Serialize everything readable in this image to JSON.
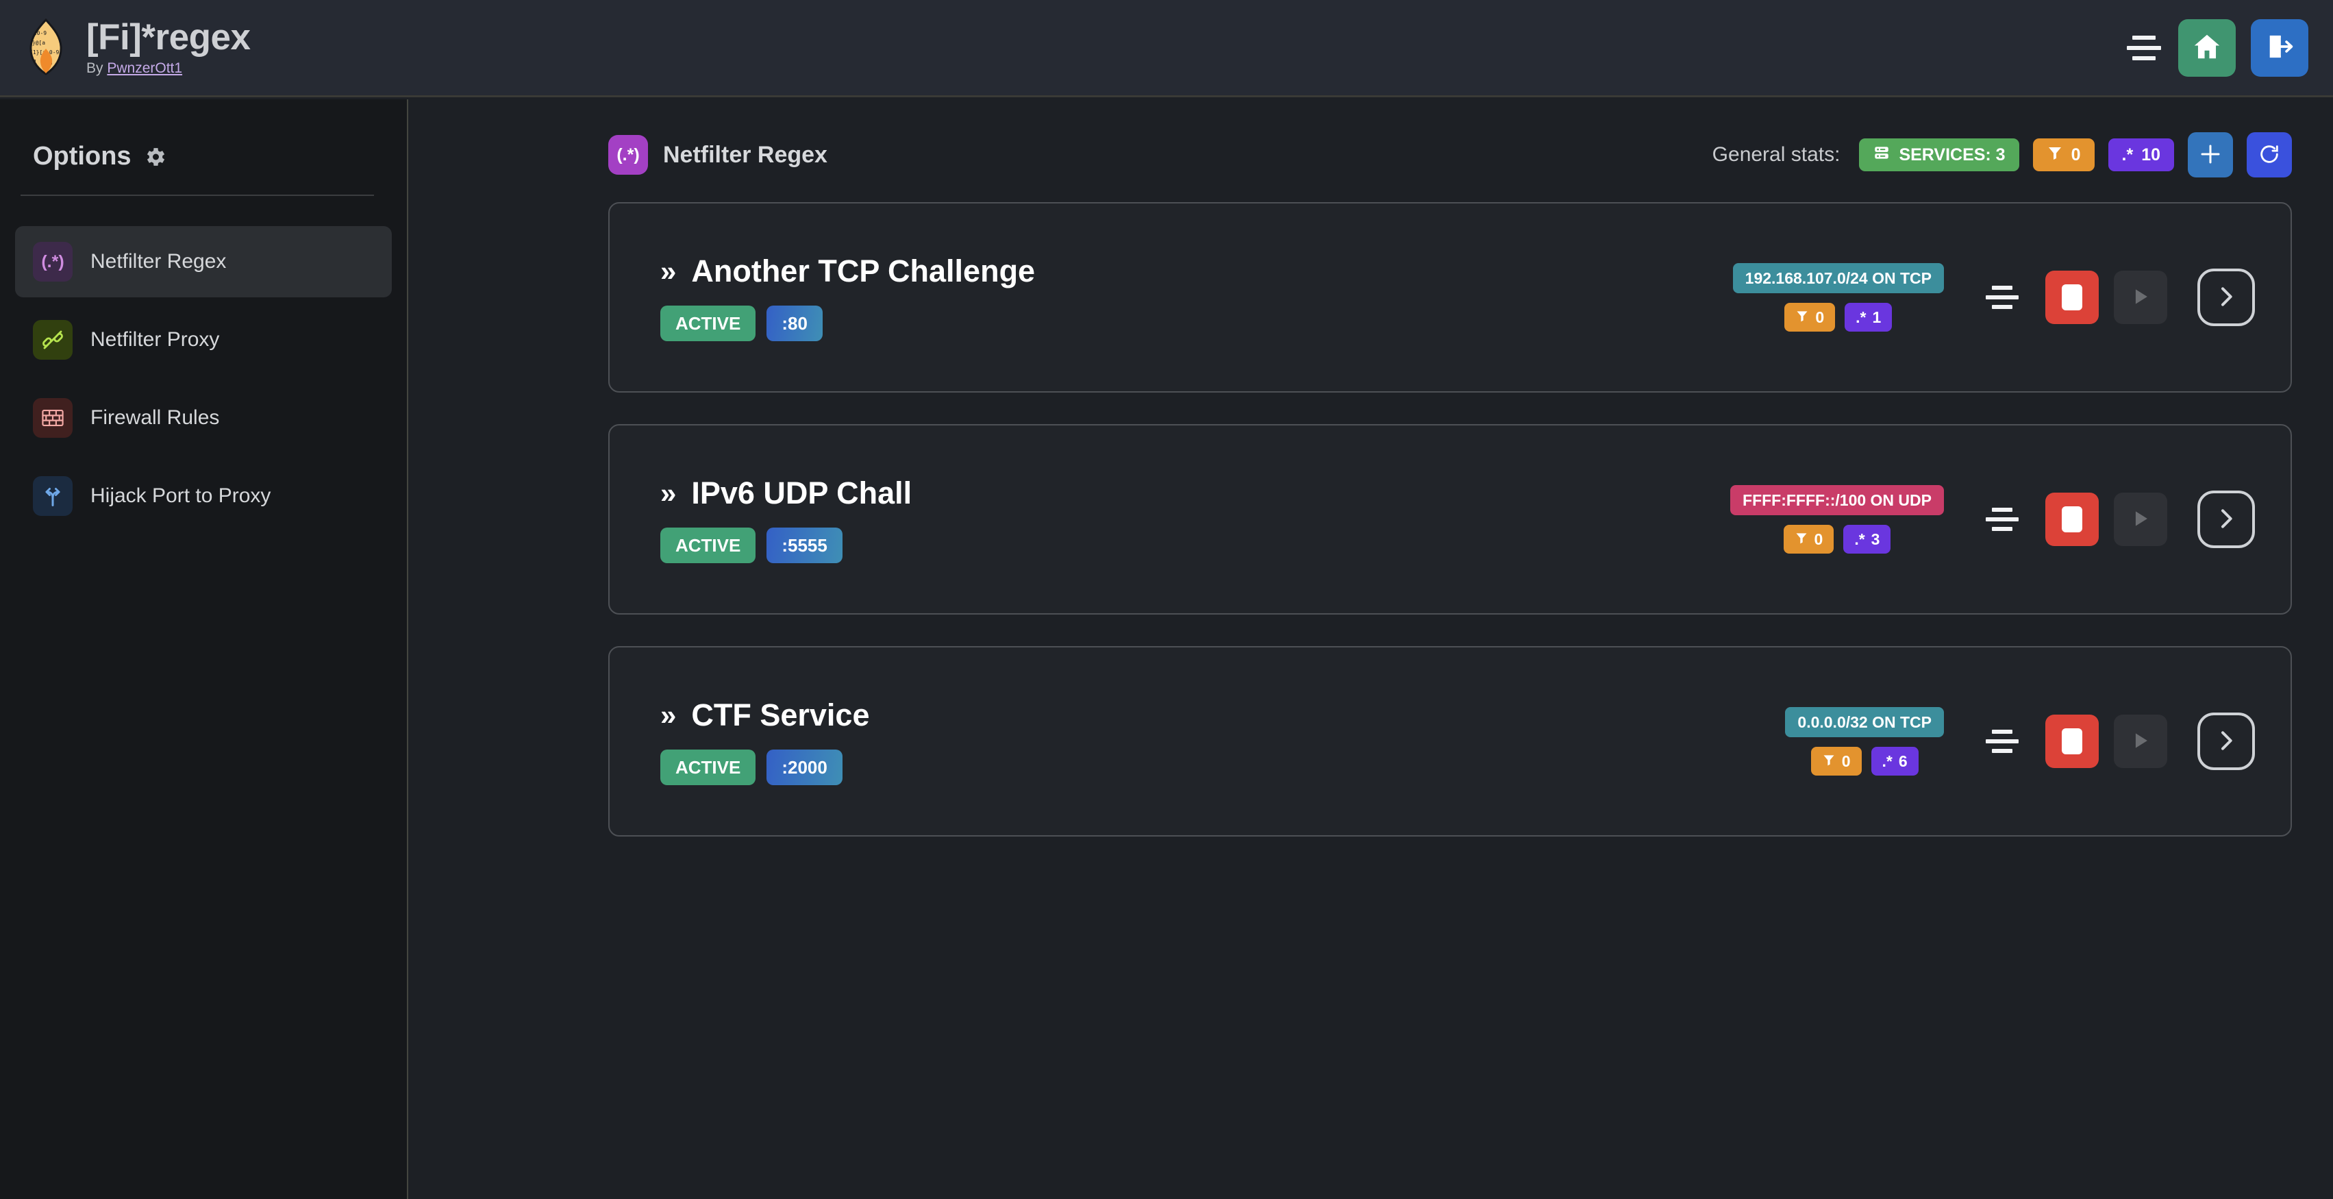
{
  "header": {
    "logo_icon": "flame-regex-logo",
    "title": "[Fi]*regex",
    "by_prefix": "By ",
    "author": "PwnzerOtt1",
    "menu_icon": "menu-icon",
    "home_icon": "home-icon",
    "logout_icon": "logout-icon"
  },
  "sidebar": {
    "heading": "Options",
    "gear_icon": "gear-icon",
    "items": [
      {
        "label": "Netfilter Regex",
        "icon": "regex-icon",
        "active": true
      },
      {
        "label": "Netfilter Proxy",
        "icon": "plug-icon",
        "active": false
      },
      {
        "label": "Firewall Rules",
        "icon": "brick-wall-icon",
        "active": false
      },
      {
        "label": "Hijack Port to Proxy",
        "icon": "fork-arrow-icon",
        "active": false
      }
    ]
  },
  "main": {
    "page_icon_text": "(.*)",
    "page_title": "Netfilter Regex",
    "stats_label": "General stats:",
    "stats": {
      "services": "SERVICES: 3",
      "services_icon": "server-icon",
      "filters": "0",
      "filters_icon": "funnel-icon",
      "regexes": "10",
      "regexes_icon": ".*",
      "add_icon": "plus-icon",
      "refresh_icon": "refresh-icon"
    },
    "cards": [
      {
        "chevron": "»",
        "title": "Another TCP Challenge",
        "status": "ACTIVE",
        "port": ":80",
        "network": "192.168.107.0/24 ON TCP",
        "network_kind": "tcp",
        "filters": "0",
        "regexes": "1",
        "list_icon": "list-icon",
        "stop_icon": "stop-icon",
        "play_icon": "play-icon",
        "go_icon": "chevron-right-icon"
      },
      {
        "chevron": "»",
        "title": "IPv6 UDP Chall",
        "status": "ACTIVE",
        "port": ":5555",
        "network": "FFFF:FFFF::/100 ON UDP",
        "network_kind": "udp",
        "filters": "0",
        "regexes": "3",
        "list_icon": "list-icon",
        "stop_icon": "stop-icon",
        "play_icon": "play-icon",
        "go_icon": "chevron-right-icon"
      },
      {
        "chevron": "»",
        "title": "CTF Service",
        "status": "ACTIVE",
        "port": ":2000",
        "network": "0.0.0.0/32 ON TCP",
        "network_kind": "tcp",
        "filters": "0",
        "regexes": "6",
        "list_icon": "list-icon",
        "stop_icon": "stop-icon",
        "play_icon": "play-icon",
        "go_icon": "chevron-right-icon"
      }
    ]
  },
  "colors": {
    "header_bg": "#262a33",
    "sidebar_bg": "#16181b",
    "main_bg": "#1d2025",
    "accent_green": "#409570",
    "accent_blue": "#2d6fc4",
    "badge_green": "#54a85a",
    "badge_orange": "#e3932e",
    "badge_purple": "#6a36df",
    "badge_teal": "#3c8e9c",
    "badge_pink": "#c93c68",
    "stop_red": "#dc4238",
    "link_purple": "#c5aae8"
  }
}
